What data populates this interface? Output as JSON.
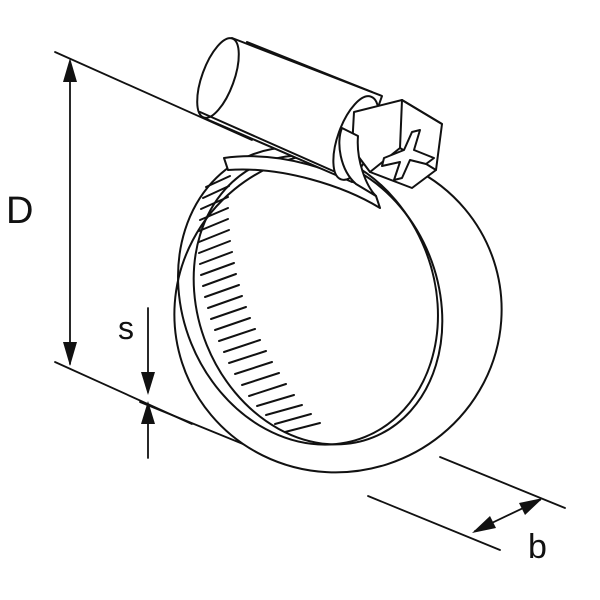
{
  "labels": {
    "diameter": "D",
    "thickness": "s",
    "width": "b"
  },
  "colors": {
    "stroke": "#111111",
    "fill": "#ffffff",
    "background": "#ffffff"
  },
  "icons": [
    "hose-clamp-icon"
  ]
}
